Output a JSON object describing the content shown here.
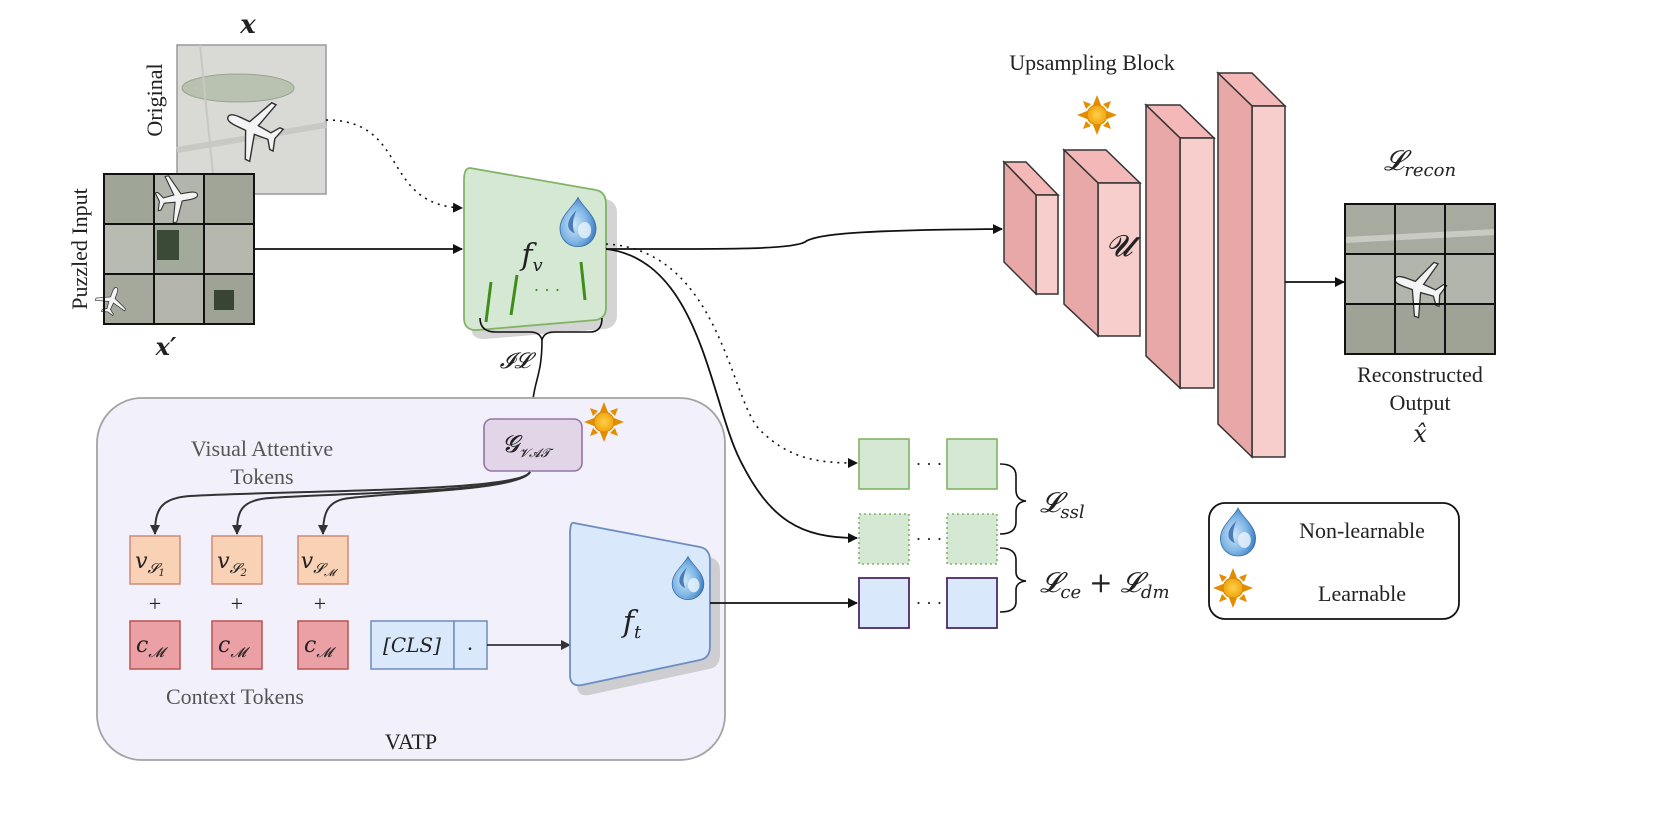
{
  "labels": {
    "x": "x",
    "original": "Original",
    "puzzled_input": "Puzzled Input",
    "x_prime": "x′",
    "f_v": "f",
    "f_v_sub": "v",
    "dots": "· · ·",
    "il": "𝓘𝓛",
    "upsampling_block": "Upsampling Block",
    "u": "𝓤",
    "l_recon": "𝓛",
    "l_recon_sub": "recon",
    "reconstructed_line1": "Reconstructed",
    "reconstructed_line2": "Output",
    "x_hat": "x̂",
    "g_vat": "𝓖",
    "g_vat_sub": "𝓥𝓐𝓣",
    "visual_attentive_line1": "Visual Attentive",
    "visual_attentive_line2": "Tokens",
    "v_s1": "v",
    "v_s1_sub": "𝓢",
    "v_s1_subsub": "1",
    "v_s2": "v",
    "v_s2_sub": "𝓢",
    "v_s2_subsub": "2",
    "v_sm": "v",
    "v_sm_sub": "𝓢",
    "v_sm_subsub": "𝓜",
    "plus": "+",
    "c_m": "c",
    "c_m_sub": "𝓜",
    "cls": "[CLS]",
    "period": ".",
    "f_t": "f",
    "f_t_sub": "t",
    "context_tokens": "Context Tokens",
    "vatp": "VATP",
    "l_ssl": "𝓛",
    "l_ssl_sub": "ssl",
    "l_ce": "𝓛",
    "l_ce_sub": "ce",
    "l_plus": "+",
    "l_dm": "𝓛",
    "l_dm_sub": "dm",
    "ellipsis": "· · ·"
  },
  "legend": {
    "non_learnable": "Non-learnable",
    "learnable": "Learnable"
  },
  "colors": {
    "green_fill": "#d5e8d4",
    "green_stroke": "#82b366",
    "pink_fill": "#f8cecc",
    "pink_stroke": "#b85450",
    "blue_fill": "#dae8fc",
    "blue_stroke": "#6c8ebf",
    "purple_fill": "#e1d5e7",
    "purple_stroke": "#9673a6",
    "orange_fill": "#ffe6cc",
    "orange_stroke": "#d79b00",
    "sun": "#f0a30a",
    "drop": "#5b9bd5"
  },
  "icons": [
    "drop-icon",
    "sun-icon",
    "airplane-icon"
  ]
}
